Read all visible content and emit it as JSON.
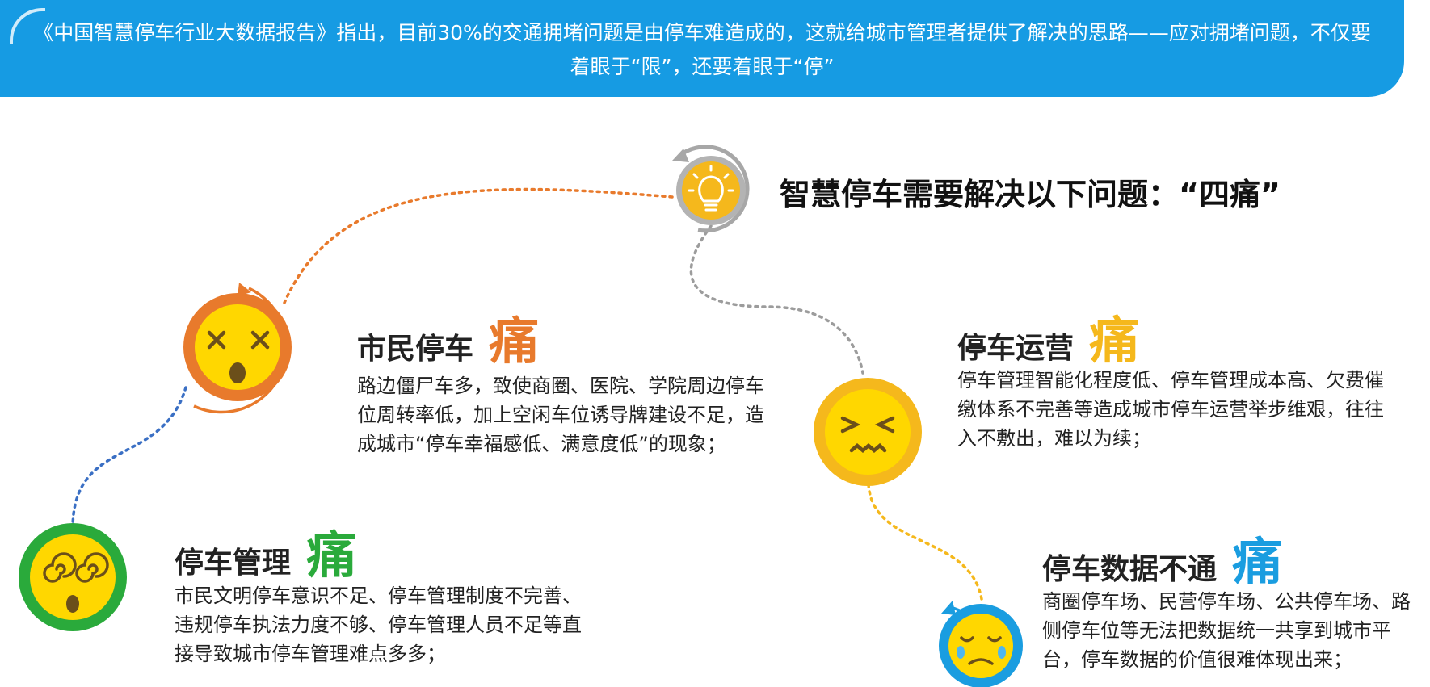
{
  "banner": {
    "text": "《中国智慧停车行业大数据报告》指出，目前30%的交通拥堵问题是由停车难造成的，这就给城市管理者提供了解决的思路——应对拥堵问题，不仅要着眼于“限”，还要着眼于“停”"
  },
  "heading": "智慧停车需要解决以下问题：“四痛”",
  "items": [
    {
      "title": "市民停车",
      "pain": "痛",
      "color": "#e87a2c",
      "icon": "dizzy-face-icon",
      "desc": "路边僵尸车多，致使商圈、医院、学院周边停车位周转率低，加上空闲车位诱导牌建设不足，造成城市“停车幸福感低、满意度低”的现象；"
    },
    {
      "title": "停车运营",
      "pain": "痛",
      "color": "#f5b81c",
      "icon": "grimace-face-icon",
      "desc": "停车管理智能化程度低、停车管理成本高、欠费催缴体系不完善等造成城市停车运营举步维艰，往往入不敷出，难以为续；"
    },
    {
      "title": "停车管理",
      "pain": "痛",
      "color": "#2aaa3b",
      "icon": "confused-face-icon",
      "desc": "市民文明停车意识不足、停车管理制度不完善、违规停车执法力度不够、停车管理人员不足等直接导致城市停车管理难点多多；"
    },
    {
      "title": "停车数据不通",
      "pain": "痛",
      "color": "#1a9de0",
      "icon": "crying-face-icon",
      "desc": "商圈停车场、民营停车场、公共停车场、路侧停车位等无法把数据统一共享到城市平台，停车数据的价值很难体现出来；"
    }
  ]
}
